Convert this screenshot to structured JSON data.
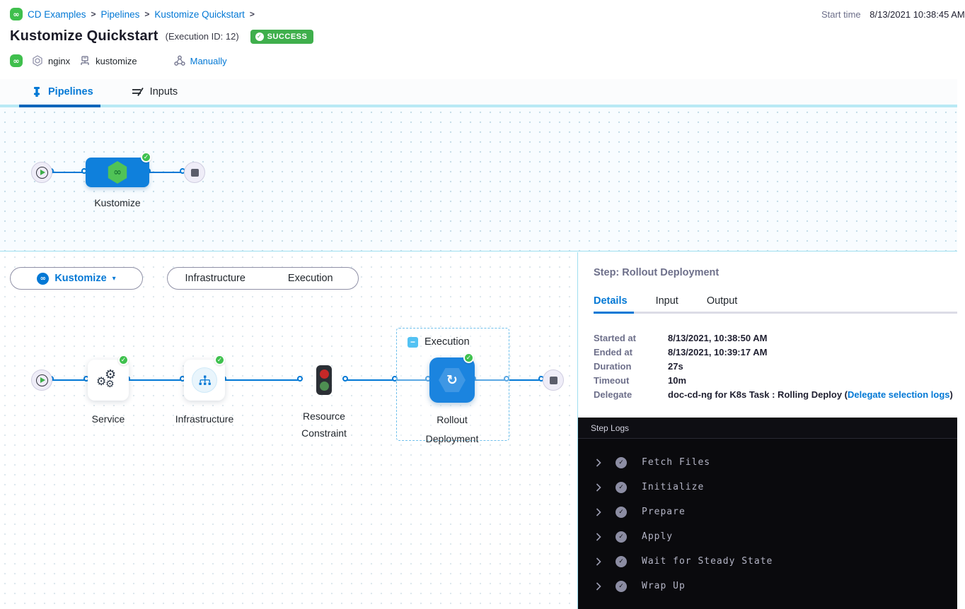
{
  "breadcrumb": {
    "separator": ">",
    "items": [
      "CD Examples",
      "Pipelines",
      "Kustomize Quickstart"
    ]
  },
  "header": {
    "start_time_label": "Start time",
    "start_time_value": "8/13/2021 10:38:45 AM",
    "title": "Kustomize Quickstart",
    "execution_id": "(Execution ID: 12)",
    "status": "SUCCESS",
    "tags": {
      "service": "nginx",
      "manifest": "kustomize",
      "trigger": "Manually"
    }
  },
  "tabs": {
    "pipelines": "Pipelines",
    "inputs": "Inputs"
  },
  "stage_graph": {
    "stage_label": "Kustomize"
  },
  "exec_view": {
    "stage_selector_label": "Kustomize",
    "toggle": {
      "left": "Infrastructure",
      "right": "Execution"
    },
    "group_label": "Execution",
    "nodes": {
      "service": "Service",
      "infrastructure": "Infrastructure",
      "resource_constraint": "Resource Constraint",
      "rollout": "Rollout Deployment"
    }
  },
  "step_panel": {
    "title": "Step: Rollout Deployment",
    "tabs": {
      "details": "Details",
      "input": "Input",
      "output": "Output"
    },
    "fields": [
      {
        "label": "Started at",
        "value": "8/13/2021, 10:38:50 AM"
      },
      {
        "label": "Ended at",
        "value": "8/13/2021, 10:39:17 AM"
      },
      {
        "label": "Duration",
        "value": "27s"
      },
      {
        "label": "Timeout",
        "value": "10m"
      }
    ],
    "delegate": {
      "label": "Delegate",
      "value_prefix": "doc-cd-ng for K8s Task : Rolling Deploy (",
      "link": "Delegate selection logs",
      "value_suffix": ")"
    }
  },
  "step_logs": {
    "title": "Step Logs",
    "entries": [
      "Fetch Files",
      "Initialize",
      "Prepare",
      "Apply",
      "Wait for Steady State",
      "Wrap Up"
    ]
  },
  "icons": {
    "harness_logo": "infinity-link",
    "status_check": "check-circle",
    "play": "play-circle",
    "stop": "stop-square",
    "rollout": "refresh-arrow",
    "resource_constraint": "traffic-light"
  },
  "colors": {
    "accent_blue": "#0278d5",
    "success_green": "#3faf4c",
    "node_blue": "#1b84df",
    "canvas_tint": "#f8fcff",
    "divider_cyan": "#9fdff0",
    "logs_bg": "#0a0a0d"
  }
}
